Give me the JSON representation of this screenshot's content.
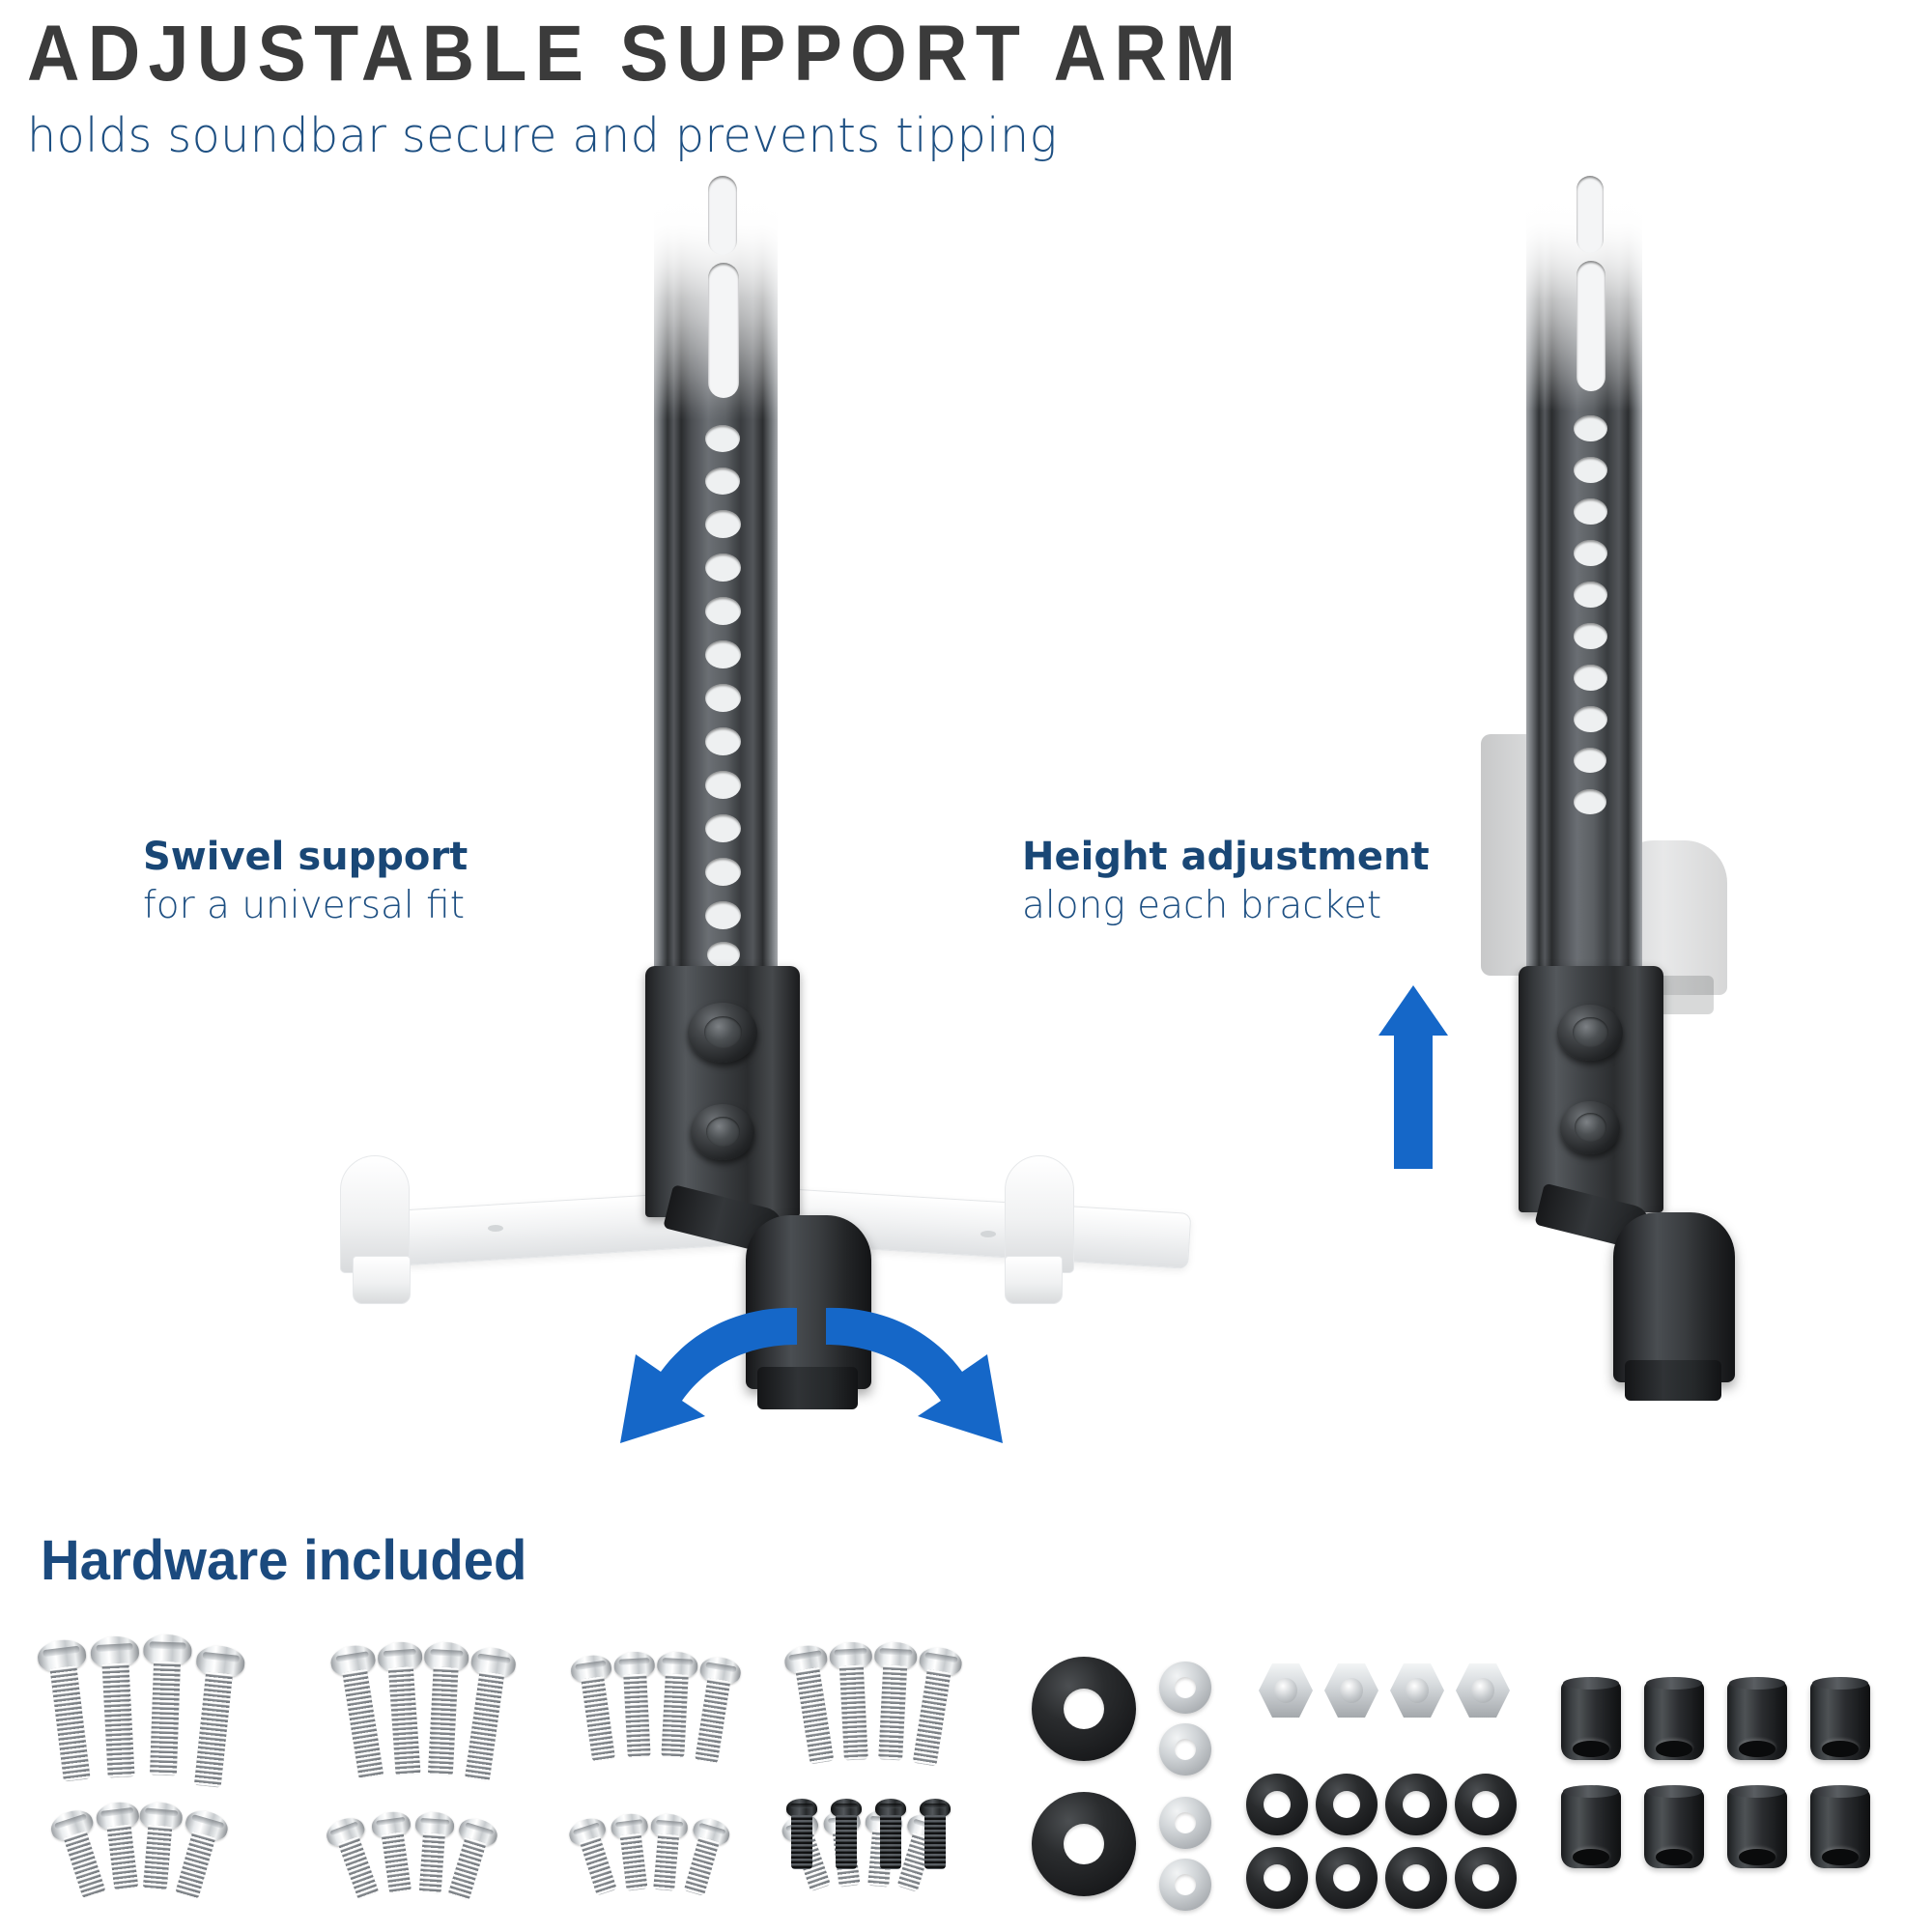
{
  "header": {
    "title": "ADJUSTABLE SUPPORT ARM",
    "subtitle": "holds soundbar secure and prevents tipping"
  },
  "callouts": [
    {
      "id": "swivel-support",
      "bold": "Swivel support",
      "light": "for a universal fit",
      "indicator": "double-curved-swivel-arrow",
      "indicator_color": "#1567c8"
    },
    {
      "id": "height-adjustment",
      "bold": "Height adjustment",
      "light": "along each bracket",
      "indicator": "up-arrow",
      "indicator_color": "#1567c8"
    }
  ],
  "hardware": {
    "heading": "Hardware included",
    "groups": [
      {
        "id": "group-1",
        "name": "long-pan-head-screws",
        "rows": [
          4,
          4
        ],
        "finish": "silver"
      },
      {
        "id": "group-2",
        "name": "medium-pan-head-screws",
        "rows": [
          4,
          4
        ],
        "finish": "silver"
      },
      {
        "id": "group-3",
        "name": "short-pan-head-screws",
        "rows": [
          4,
          4
        ],
        "finish": "silver"
      },
      {
        "id": "group-4",
        "name": "machine-screws",
        "rows": [
          4,
          4
        ],
        "finish": "silver"
      },
      {
        "id": "group-5",
        "name": "black-set-screws",
        "rows": [
          4
        ],
        "finish": "black"
      },
      {
        "id": "group-6",
        "name": "large-black-washers",
        "rows": [
          1,
          1
        ],
        "finish": "black"
      },
      {
        "id": "group-7",
        "name": "small-silver-washers",
        "rows": [
          1,
          1,
          1,
          1
        ],
        "finish": "silver"
      },
      {
        "id": "group-8",
        "name": "hex-nuts",
        "rows": [
          4
        ],
        "finish": "silver"
      },
      {
        "id": "group-9",
        "name": "black-washers",
        "rows": [
          4,
          4
        ],
        "finish": "black"
      },
      {
        "id": "group-10",
        "name": "black-spacers",
        "rows": [
          4,
          4
        ],
        "finish": "black"
      }
    ]
  },
  "product": {
    "left_assembly": {
      "name": "support-arm-swivel-view",
      "rail_holes": 12,
      "slot_count": 2,
      "knobs": 2,
      "ghost_parts": "soundbar-mounting-arms"
    },
    "right_assembly": {
      "name": "support-arm-height-view",
      "rail_holes": 10,
      "slot_count": 2,
      "knobs": 2,
      "ghost_parts": "raised-bracket-position"
    }
  },
  "colors": {
    "title": "#3b3b3b",
    "accent_blue": "#1d4f82",
    "heading_blue": "#1b4a7e",
    "arrow_blue": "#1567c8",
    "metal_dark": "#2b2d2f",
    "background": "#ffffff"
  }
}
